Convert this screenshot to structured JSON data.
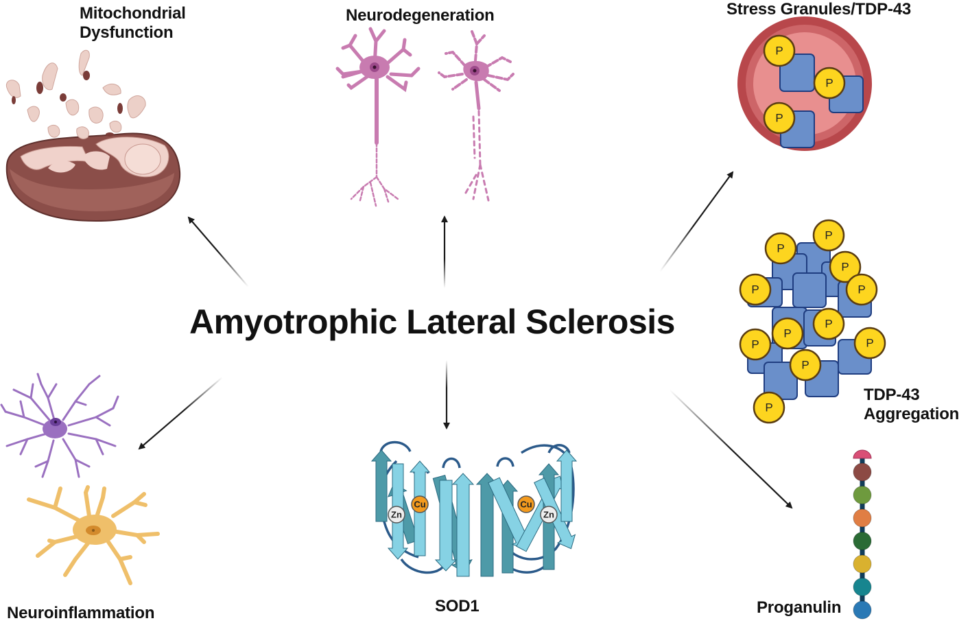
{
  "diagram": {
    "title": "Amyotrophic Lateral Sclerosis",
    "nodes": [
      {
        "id": "mitochondrial",
        "label_line1": "Mitochondrial",
        "label_line2": "Dysfunction"
      },
      {
        "id": "neurodegeneration",
        "label": "Neurodegeneration"
      },
      {
        "id": "stress-granules",
        "label": "Stress Granules/TDP-43"
      },
      {
        "id": "tdp43-aggregation",
        "label_line1": "TDP-43",
        "label_line2": "Aggregation"
      },
      {
        "id": "proganulin",
        "label": "Proganulin"
      },
      {
        "id": "sod1",
        "label": "SOD1"
      },
      {
        "id": "neuroinflammation",
        "label": "Neuroinflammation"
      }
    ],
    "edges": [
      {
        "from": "title",
        "to": "mitochondrial"
      },
      {
        "from": "title",
        "to": "neurodegeneration"
      },
      {
        "from": "title",
        "to": "stress-granules"
      },
      {
        "from": "title",
        "to": "proganulin"
      },
      {
        "from": "title",
        "to": "sod1"
      },
      {
        "from": "title",
        "to": "neuroinflammation"
      }
    ],
    "glyphs": {
      "phosphate": "P",
      "copper": "Cu",
      "zinc": "Zn"
    },
    "colors": {
      "arrow": "#1a1a1a",
      "phosphate_fill": "#fdd51f",
      "phosphate_stroke": "#5a3d12",
      "protein_fill": "#6a8fca",
      "protein_stroke": "#1f3d80",
      "granule_outer": "#b8474b",
      "granule_mid": "#cd6568",
      "granule_inner": "#e88f8f",
      "neuron": "#c87bb0",
      "microglia": "#9a70c0",
      "astrocyte": "#efbf6a",
      "sod1_light": "#86d2e4",
      "sod1_dark": "#4e9aa8",
      "sod1_loop": "#2b5a8a",
      "mito_dark": "#8b4e49",
      "mito_light": "#f0d2cb",
      "proganulin_beads": [
        "#d94f76",
        "#8c4a44",
        "#6e9a3e",
        "#e07e44",
        "#2a6b35",
        "#d9b12f",
        "#17858f",
        "#2a79b5"
      ]
    }
  }
}
